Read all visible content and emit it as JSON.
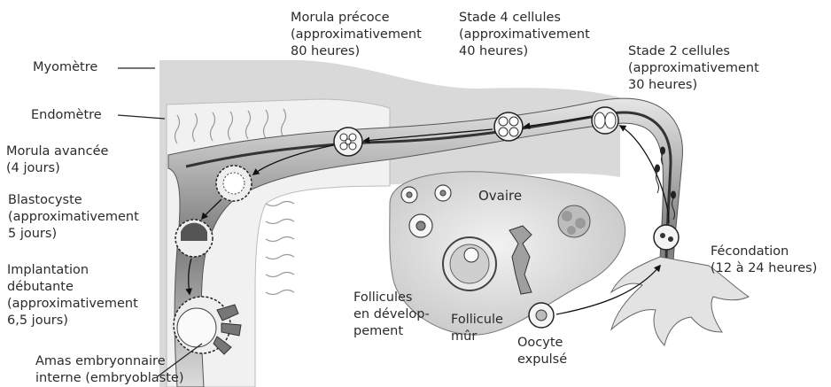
{
  "labels": {
    "myometre": "Myomètre",
    "endometre": "Endomètre",
    "morula_avancee": [
      "Morula avancée",
      "(4 jours)"
    ],
    "blastocyste": [
      "Blastocyste",
      "(approximativement",
      "5 jours)"
    ],
    "implantation": [
      "Implantation",
      "débutante",
      "(approximativement",
      "6,5 jours)"
    ],
    "amas": [
      "Amas embryonnaire",
      "interne (embryoblaste)"
    ],
    "morula_precoce": [
      "Morula précoce",
      "(approximativement",
      "80 heures)"
    ],
    "stade4": [
      "Stade 4 cellules",
      "(approximativement",
      "40 heures)"
    ],
    "stade2": [
      "Stade 2 cellules",
      "(approximativement",
      "30 heures)"
    ],
    "ovaire": "Ovaire",
    "fecondation": [
      "Fécondation",
      "(12 à 24 heures)"
    ],
    "follicules": [
      "Follicules",
      "en dévelop-",
      "pement"
    ],
    "follicule_mur": [
      "Follicule",
      "mûr"
    ],
    "oocyte": [
      "Oocyte",
      "expulsé"
    ]
  }
}
